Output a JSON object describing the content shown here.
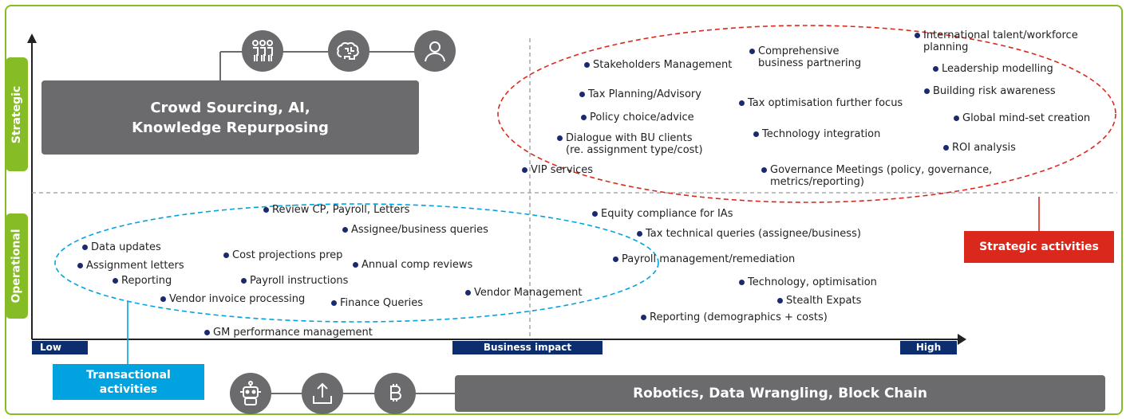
{
  "quadrants": {
    "strategic_label": "Strategic",
    "operational_label": "Operational"
  },
  "top_box": {
    "line1": "Crowd Sourcing, AI,",
    "line2": "Knowledge Repurposing"
  },
  "bottom_box": {
    "text": "Robotics, Data Wrangling, Block Chain"
  },
  "axis": {
    "low": "Low",
    "mid": "Business impact",
    "high": "High"
  },
  "callouts": {
    "strategic": "Strategic activities",
    "transactional_line1": "Transactional",
    "transactional_line2": "activities"
  },
  "colors": {
    "green": "#86bc25",
    "gray": "#6b6b6d",
    "navy": "#0c2e6e",
    "red": "#da291c",
    "cyan": "#00a3e0"
  },
  "top_icons": [
    "people-icon",
    "brain-icon",
    "person-icon"
  ],
  "bottom_icons": [
    "robot-icon",
    "upload-icon",
    "bitcoin-icon"
  ],
  "activities": [
    "International talent/workforce",
    "planning",
    "Comprehensive",
    "business partnering",
    "Stakeholders Management",
    "Leadership modelling",
    "Building risk awareness",
    "Tax Planning/Advisory",
    "Tax optimisation further focus",
    "Policy choice/advice",
    "Global mind-set creation",
    "Dialogue with BU clients",
    "(re. assignment type/cost)",
    "Technology integration",
    "ROI analysis",
    "VIP services",
    "Governance Meetings (policy, governance,",
    "metrics/reporting)",
    "Review CP, Payroll, Letters",
    "Equity compliance for IAs",
    "Assignee/business queries",
    "Tax technical queries (assignee/business)",
    "Data updates",
    "Cost projections prep",
    "Payroll management/remediation",
    "Assignment letters",
    "Annual comp reviews",
    "Reporting",
    "Payroll instructions",
    "Technology, optimisation",
    "Vendor Management",
    "Vendor invoice processing",
    "Finance Queries",
    "Stealth Expats",
    "Reporting (demographics + costs)",
    "GM performance management"
  ]
}
